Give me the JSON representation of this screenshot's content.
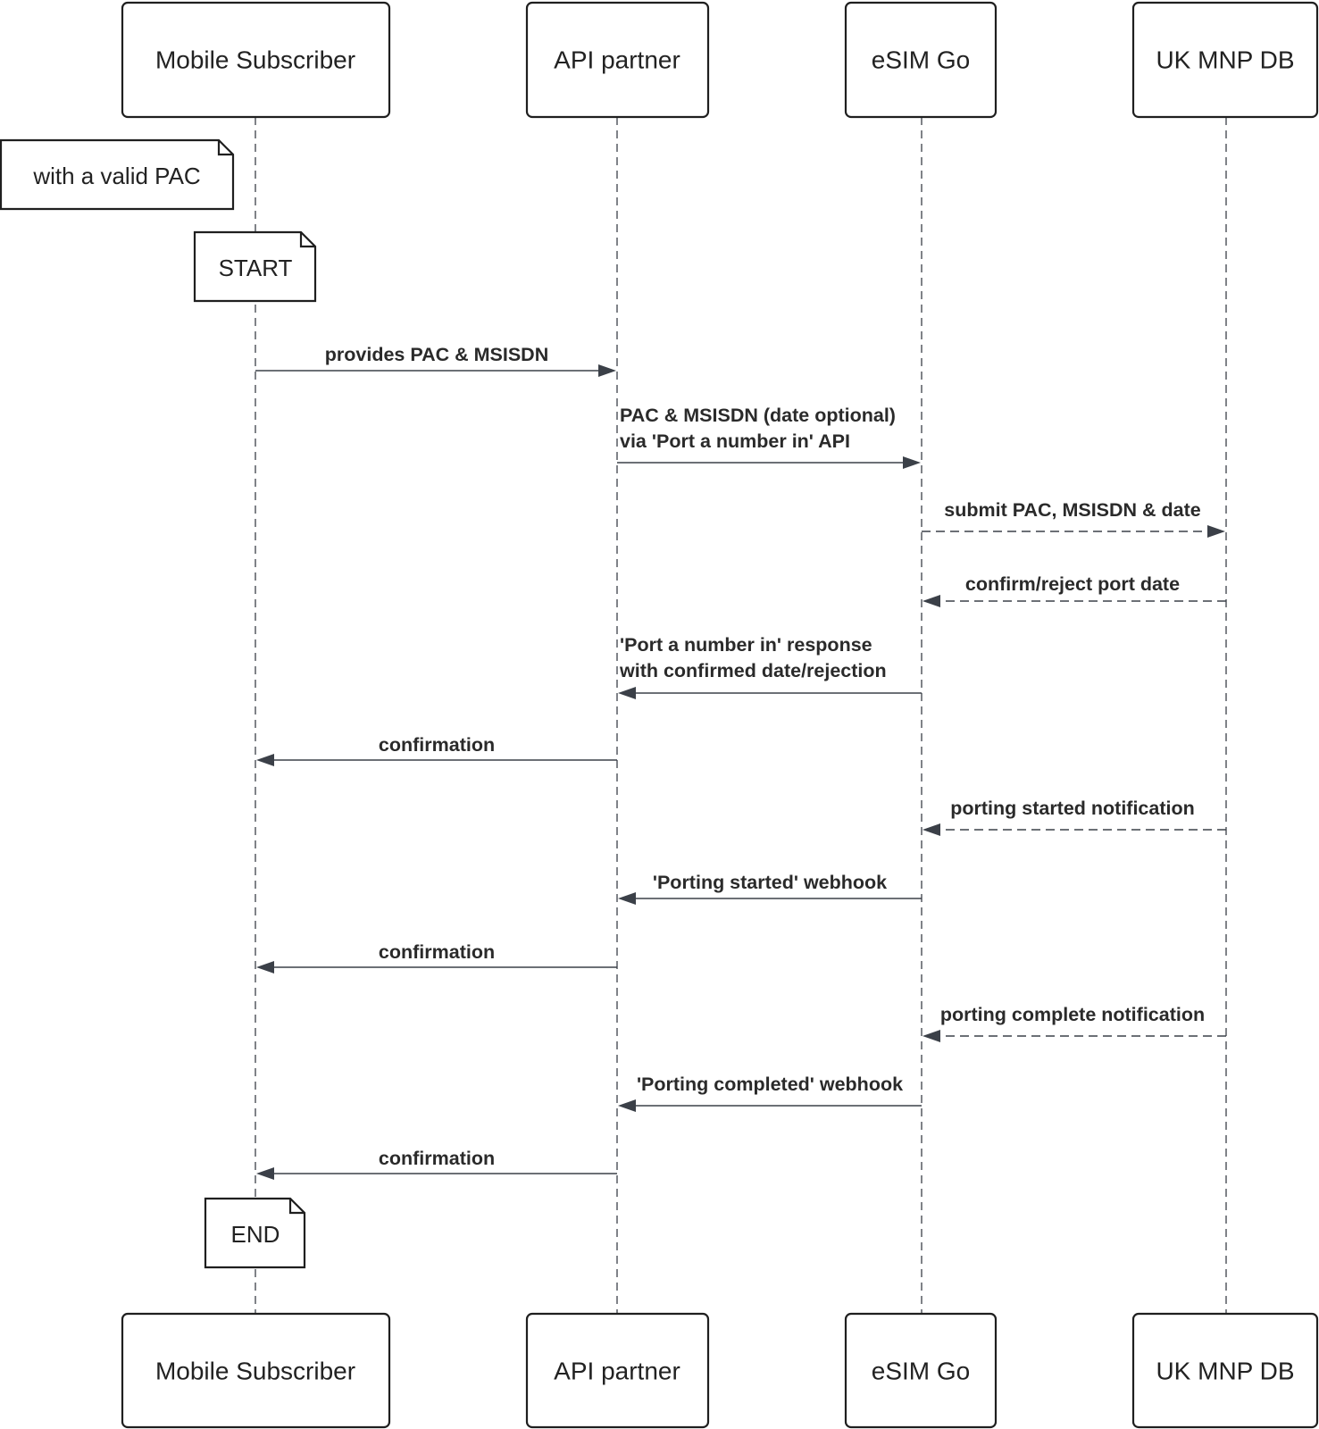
{
  "participants": [
    {
      "id": "subscriber",
      "label": "Mobile Subscriber"
    },
    {
      "id": "partner",
      "label": "API partner"
    },
    {
      "id": "esim",
      "label": "eSIM Go"
    },
    {
      "id": "mnp",
      "label": "UK MNP DB"
    }
  ],
  "notes": [
    {
      "id": "precondition",
      "text": "with a valid PAC"
    },
    {
      "id": "start",
      "text": "START"
    },
    {
      "id": "end",
      "text": "END"
    }
  ],
  "messages": [
    {
      "from": "subscriber",
      "to": "partner",
      "style": "solid",
      "lines": [
        "provides PAC & MSISDN"
      ]
    },
    {
      "from": "partner",
      "to": "esim",
      "style": "solid",
      "lines": [
        "PAC & MSISDN (date optional)",
        "via 'Port a number in' API"
      ]
    },
    {
      "from": "esim",
      "to": "mnp",
      "style": "dashed",
      "lines": [
        "submit PAC, MSISDN & date"
      ]
    },
    {
      "from": "mnp",
      "to": "esim",
      "style": "dashed",
      "lines": [
        "confirm/reject port date"
      ]
    },
    {
      "from": "esim",
      "to": "partner",
      "style": "solid",
      "lines": [
        "'Port a number in' response",
        "with confirmed date/rejection"
      ]
    },
    {
      "from": "partner",
      "to": "subscriber",
      "style": "solid",
      "lines": [
        "confirmation"
      ]
    },
    {
      "from": "mnp",
      "to": "esim",
      "style": "dashed",
      "lines": [
        "porting started notification"
      ]
    },
    {
      "from": "esim",
      "to": "partner",
      "style": "solid",
      "lines": [
        "'Porting started' webhook"
      ]
    },
    {
      "from": "partner",
      "to": "subscriber",
      "style": "solid",
      "lines": [
        "confirmation"
      ]
    },
    {
      "from": "mnp",
      "to": "esim",
      "style": "dashed",
      "lines": [
        "porting complete notification"
      ]
    },
    {
      "from": "esim",
      "to": "partner",
      "style": "solid",
      "lines": [
        "'Porting completed' webhook"
      ]
    },
    {
      "from": "partner",
      "to": "subscriber",
      "style": "solid",
      "lines": [
        "confirmation"
      ]
    }
  ]
}
